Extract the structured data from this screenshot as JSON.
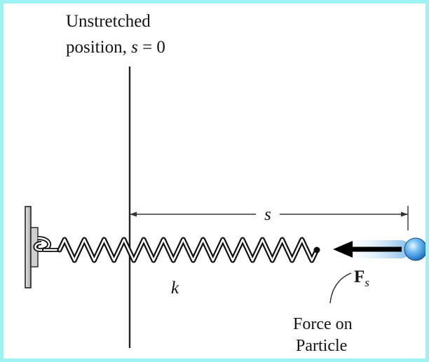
{
  "diagram": {
    "unstretched_line1": "Unstretched",
    "unstretched_line2_prefix": "position, ",
    "unstretched_var": "s",
    "unstretched_equals": " = 0",
    "displacement_label": "s",
    "spring_constant_label": "k",
    "force_symbol": "F",
    "force_subscript": "s",
    "force_caption_line1": "Force on",
    "force_caption_line2": "Particle"
  },
  "colors": {
    "frame_border": "#9ef2f2",
    "spring_highlight": "#ffffff",
    "spring_shadow": "#111111",
    "wall_fill": "#c9c9c9",
    "particle_glow": "#7ab8e6",
    "particle_core": "#4a9fe0"
  },
  "icons": {
    "wall": "fixed-wall-support",
    "spring": "coil-spring",
    "particle": "sphere",
    "force": "arrow-left"
  }
}
